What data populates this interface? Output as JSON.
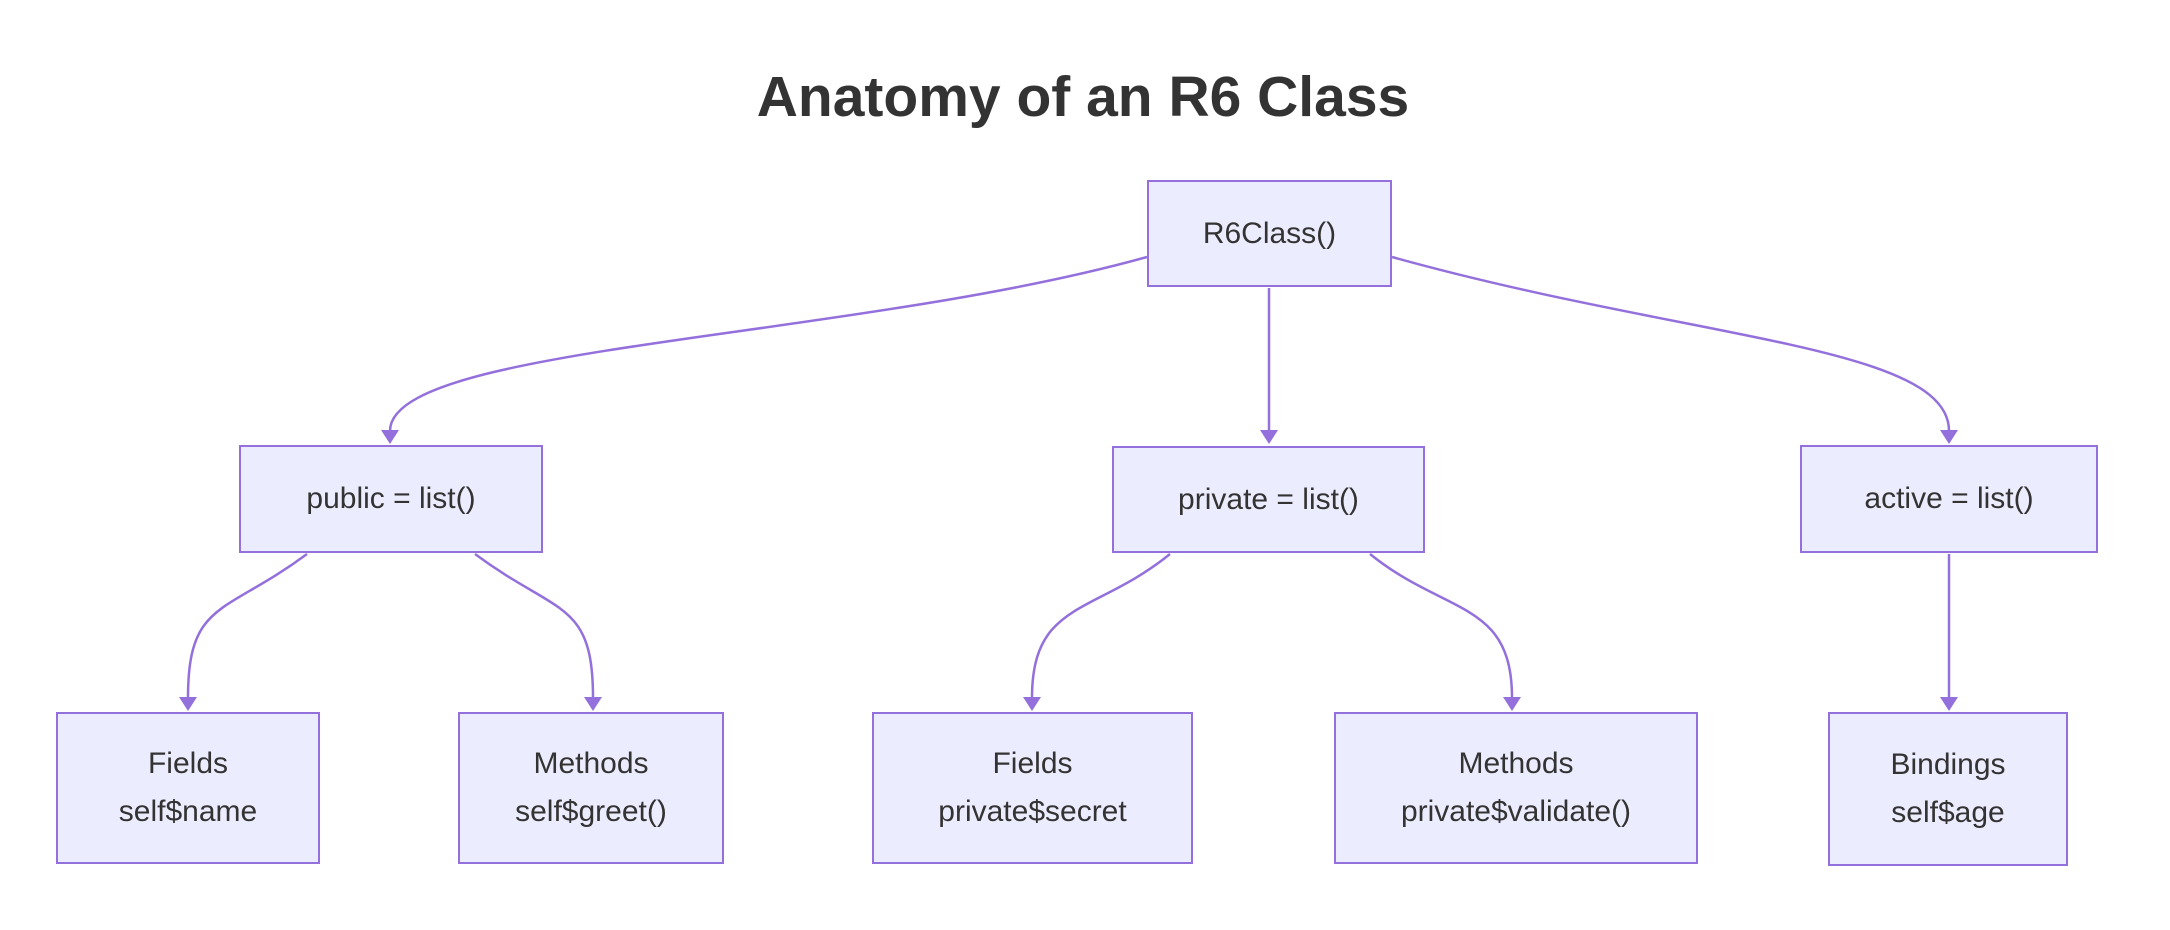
{
  "diagram": {
    "title": "Anatomy of an R6 Class",
    "type": "flowchart-top-down",
    "nodes": {
      "root": {
        "label": "R6Class()"
      },
      "public_list": {
        "label": "public = list()"
      },
      "private_list": {
        "label": "private = list()"
      },
      "active_list": {
        "label": "active = list()"
      },
      "public_fields": {
        "line1": "Fields",
        "line2": "self$name"
      },
      "public_methods": {
        "line1": "Methods",
        "line2": "self$greet()"
      },
      "private_fields": {
        "line1": "Fields",
        "line2": "private$secret"
      },
      "private_methods": {
        "line1": "Methods",
        "line2": "private$validate()"
      },
      "active_bindings": {
        "line1": "Bindings",
        "line2": "self$age"
      }
    },
    "edges": [
      {
        "from": "R6Class()",
        "to": "public = list()"
      },
      {
        "from": "R6Class()",
        "to": "private = list()"
      },
      {
        "from": "R6Class()",
        "to": "active = list()"
      },
      {
        "from": "public = list()",
        "to": "Fields self$name"
      },
      {
        "from": "public = list()",
        "to": "Methods self$greet()"
      },
      {
        "from": "private = list()",
        "to": "Fields private$secret"
      },
      {
        "from": "private = list()",
        "to": "Methods private$validate()"
      },
      {
        "from": "active = list()",
        "to": "Bindings self$age"
      }
    ],
    "colors": {
      "background": "#ffffff",
      "node_fill": "#ECECFF",
      "node_border": "#9370DB",
      "edge": "#9370DB",
      "text": "#333333"
    }
  }
}
